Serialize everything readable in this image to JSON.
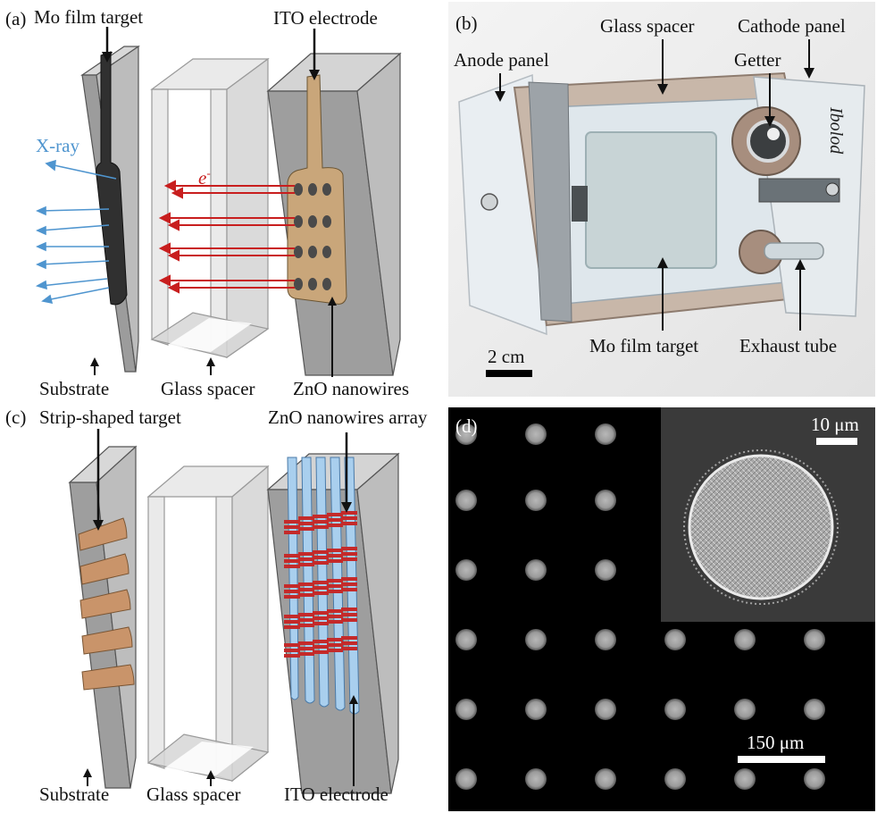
{
  "panels": {
    "a": {
      "tag": "(a)",
      "mo_target": "Mo film target",
      "ito": "ITO electrode",
      "xray": "X-ray",
      "electron": "e",
      "electron_sup": "-",
      "substrate": "Substrate",
      "spacer": "Glass spacer",
      "zno": "ZnO nanowires"
    },
    "b": {
      "tag": "(b)",
      "glass_spacer": "Glass spacer",
      "cathode_panel": "Cathode panel",
      "anode_panel": "Anode panel",
      "getter": "Getter",
      "mo_target": "Mo film target",
      "exhaust": "Exhaust tube",
      "scale": "2 cm",
      "handwriting": "Ibolod"
    },
    "c": {
      "tag": "(c)",
      "strip": "Strip-shaped target",
      "zno_array": "ZnO nanowires array",
      "substrate": "Substrate",
      "spacer": "Glass spacer",
      "ito": "ITO electrode"
    },
    "d": {
      "tag": "(d)",
      "scale_inset": "10 μm",
      "scale_main": "150 μm"
    }
  },
  "colors": {
    "xray": "#4f95cf",
    "electron": "#c81e1e",
    "ito": "#c9a67a",
    "strip": "#c9946a",
    "nanowire_finger": "#a9cfee",
    "emitter": "#c42a2a",
    "panel_gray": "#a8a8a8"
  }
}
